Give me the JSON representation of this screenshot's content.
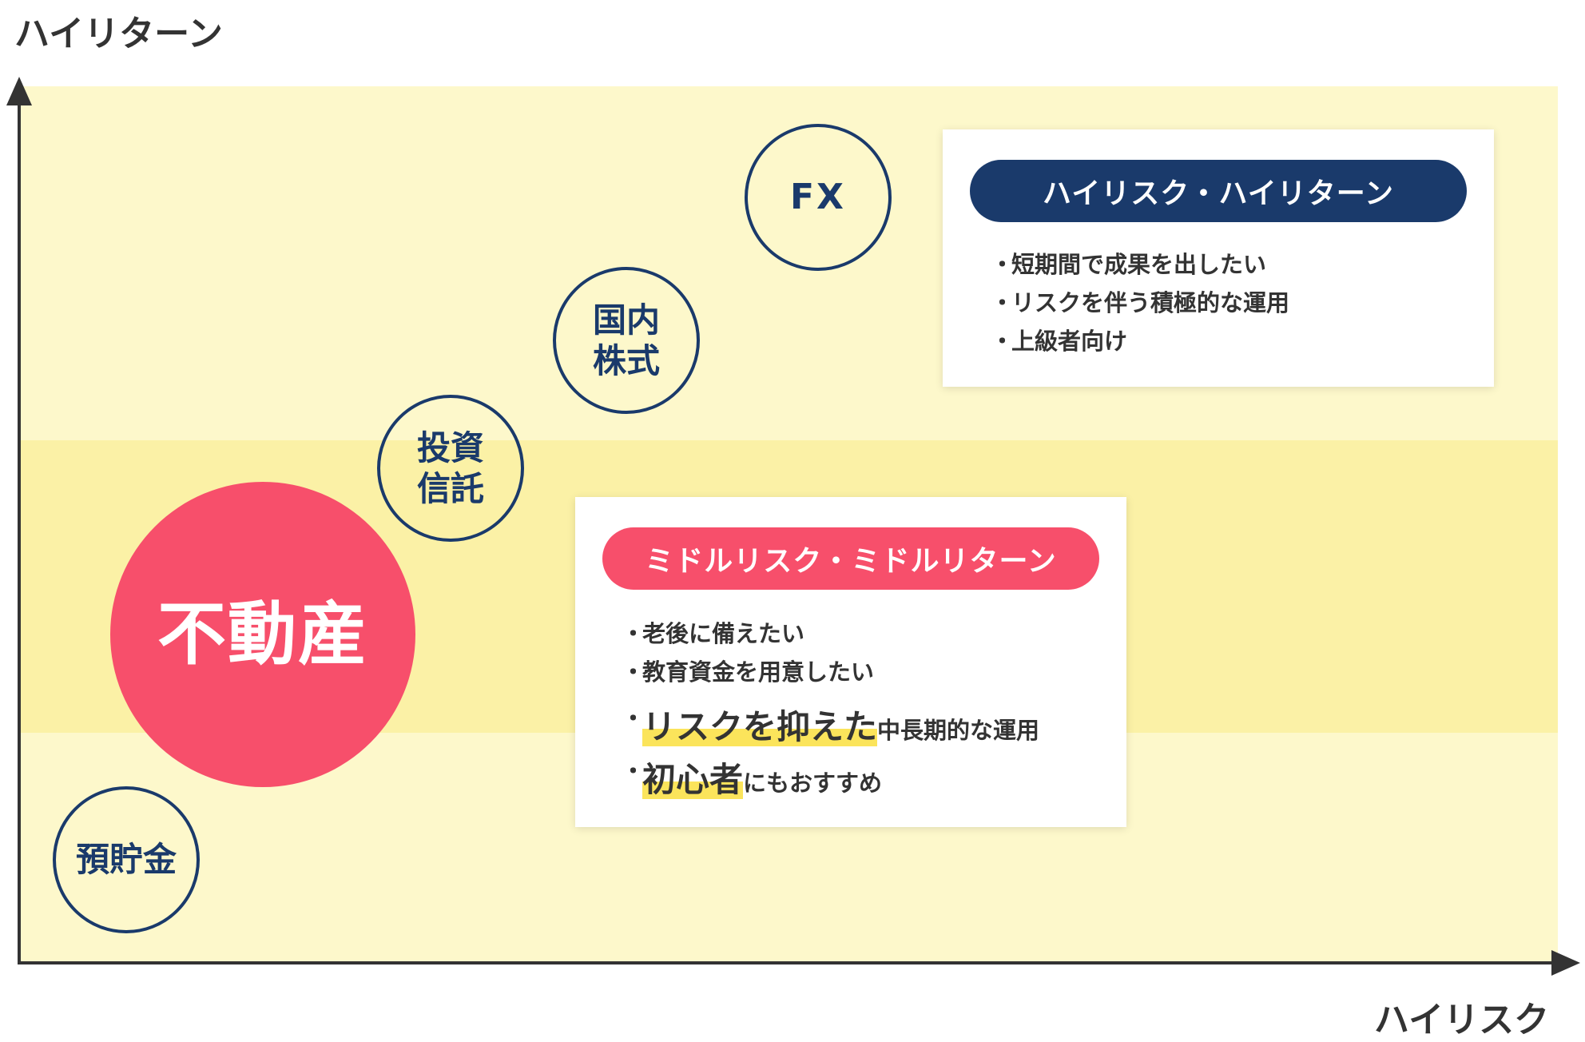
{
  "axes": {
    "y_label": "ハイリターン",
    "x_label": "ハイリスク"
  },
  "colors": {
    "band_light": "#fdf8cb",
    "band_mid": "#fbf1a6",
    "navy": "#1a3a6b",
    "accent": "#f74f6b",
    "highlight": "#fbe45b"
  },
  "circles": [
    {
      "label": "FX"
    },
    {
      "label": "国内\n株式"
    },
    {
      "label": "投資\n信託"
    },
    {
      "label": "不動産"
    },
    {
      "label": "預貯金"
    }
  ],
  "high_card": {
    "title": "ハイリスク・ハイリターン",
    "bullets": [
      "短期間で成果を出したい",
      "リスクを伴う積極的な運用",
      "上級者向け"
    ]
  },
  "middle_card": {
    "title": "ミドルリスク・ミドルリターン",
    "bullets": [
      {
        "text": "老後に備えたい"
      },
      {
        "text": "教育資金を用意したい"
      },
      {
        "highlight": "リスクを抑えた",
        "rest": "中長期的な運用"
      },
      {
        "highlight": "初心者",
        "rest": "にもおすすめ"
      }
    ]
  }
}
